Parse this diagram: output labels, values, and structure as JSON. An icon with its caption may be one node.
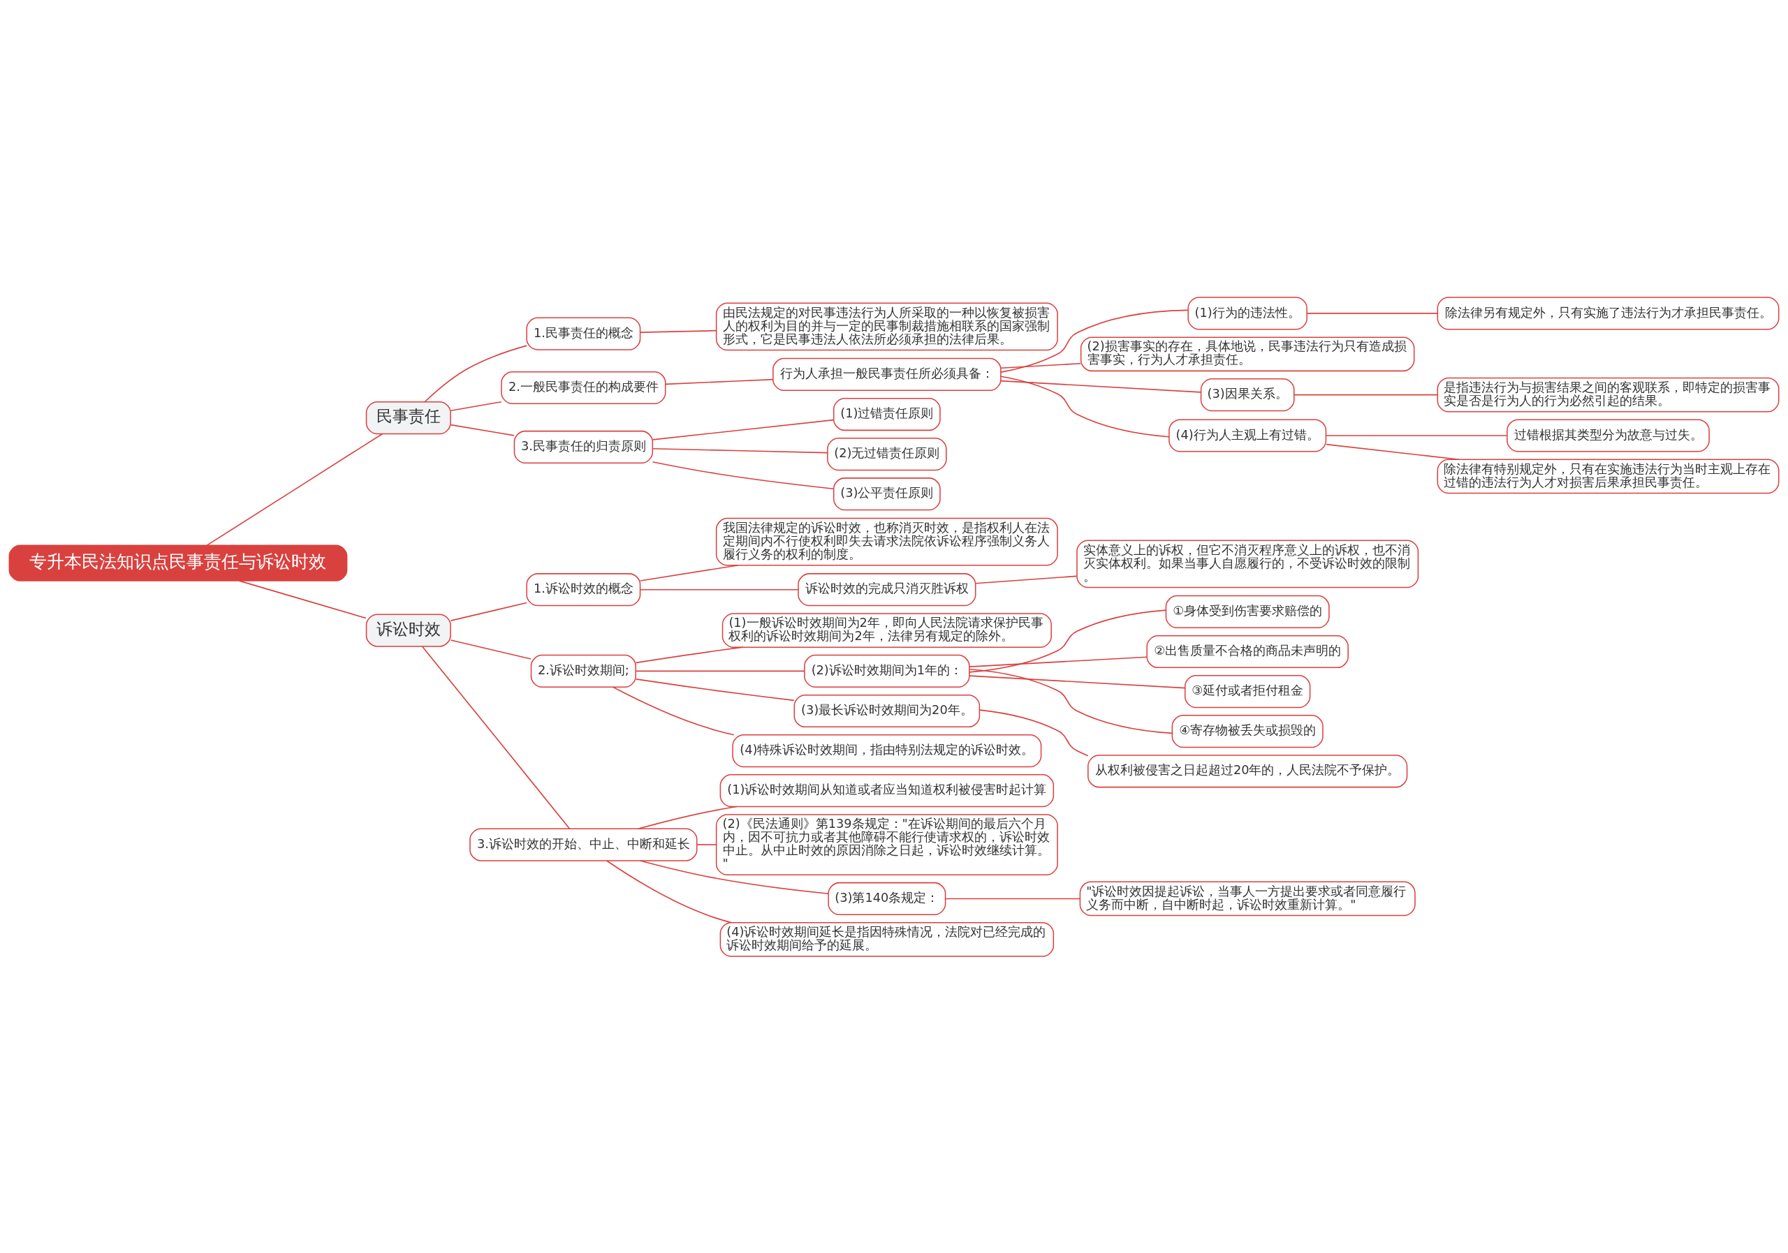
{
  "diagram": {
    "nodes": [
      {
        "text": [
          "专升本民法知识点民事责任与诉讼时效"
        ]
      },
      {
        "text": [
          "民事责任"
        ]
      },
      {
        "text": [
          "1.民事责任的概念"
        ]
      },
      {
        "text": [
          "由民法规定的对民事违法行为人所采取的一种以恢复被损害人的权利为目的并与一定的民事制裁措施相联系的国家强制形式，它是民事违法人依法所必须承担的法律后果。"
        ]
      },
      {
        "text": [
          "2.一般民事责任的构成要件"
        ]
      },
      {
        "text": [
          "行为人承担一般民事责任所必须具备："
        ]
      },
      {
        "text": [
          "(1)行为的违法性。"
        ]
      },
      {
        "text": [
          "除法律另有规定外，只有实施了违法行为才承担民事责任。"
        ]
      },
      {
        "text": [
          "(2)损害事实的存在，具体地说，民事违法行为只有造成损害事实，行为人才承担责任。"
        ]
      },
      {
        "text": [
          "(3)因果关系。"
        ]
      },
      {
        "text": [
          "是指违法行为与损害结果之间的客观联系，即特定的损害事实是否是行为人的行为必然引起的结果。"
        ]
      },
      {
        "text": [
          "(4)行为人主观上有过错。"
        ]
      },
      {
        "text": [
          "过错根据其类型分为故意与过失。"
        ]
      },
      {
        "text": [
          "除法律有特别规定外，只有在实施违法行为当时主观上存在过错的违法行为人才对损害后果承担民事责任。"
        ]
      },
      {
        "text": [
          "3.民事责任的归责原则"
        ]
      },
      {
        "text": [
          "(1)过错责任原则"
        ]
      },
      {
        "text": [
          "(2)无过错责任原则"
        ]
      },
      {
        "text": [
          "(3)公平责任原则"
        ]
      },
      {
        "text": [
          "诉讼时效"
        ]
      },
      {
        "text": [
          "1.诉讼时效的概念"
        ]
      },
      {
        "text": [
          "我国法律规定的诉讼时效，也称消灭时效，是指权利人在法定期间内不行使权利即失去请求法院依诉讼程序强制义务人履行义务的权利的制度。"
        ]
      },
      {
        "text": [
          "诉讼时效的完成只消灭胜诉权"
        ]
      },
      {
        "text": [
          "实体意义上的诉权，但它不消灭程序意义上的诉权，也不消灭实体权利。如果当事人自愿履行的，不受诉讼时效的限制。"
        ]
      },
      {
        "text": [
          "2.诉讼时效期间;"
        ]
      },
      {
        "text": [
          "(1)一般诉讼时效期间为2年，即向人民法院请求保护民事权利的诉讼时效期间为2年，法律另有规定的除外。"
        ]
      },
      {
        "text": [
          "(2)诉讼时效期间为1年的："
        ]
      },
      {
        "text": [
          "①身体受到伤害要求赔偿的"
        ]
      },
      {
        "text": [
          "②出售质量不合格的商品未声明的"
        ]
      },
      {
        "text": [
          "③延付或者拒付租金"
        ]
      },
      {
        "text": [
          "④寄存物被丢失或损毁的"
        ]
      },
      {
        "text": [
          "(3)最长诉讼时效期间为20年。"
        ]
      },
      {
        "text": [
          "从权利被侵害之日起超过20年的，人民法院不予保护。"
        ]
      },
      {
        "text": [
          "(4)特殊诉讼时效期间，指由特别法规定的诉讼时效。"
        ]
      },
      {
        "text": [
          "3.诉讼时效的开始、中止、中断和延长"
        ]
      },
      {
        "text": [
          "(1)诉讼时效期间从知道或者应当知道权利被侵害时起计算"
        ]
      },
      {
        "text": [
          "(2)《民法通则》第139条规定：\"在诉讼期间的最后六个月内，因不可抗力或者其他障碍不能行使请求权的，诉讼时效中止。从中止时效的原因消除之日起，诉讼时效继续计算。\""
        ]
      },
      {
        "text": [
          "(3)第140条规定："
        ]
      },
      {
        "text": [
          "\"诉讼时效因提起诉讼，当事人一方提出要求或者同意履行义务而中断，自中断时起，诉讼时效重新计算。\""
        ]
      },
      {
        "text": [
          "(4)诉讼时效期间延长是指因特殊情况，法院对已经完成的诉讼时效期间给予的延展。"
        ]
      }
    ],
    "edges": [
      {
        "from": 0,
        "to": 1,
        "arrow": "none"
      },
      {
        "from": 1,
        "to": 2,
        "arrow": "none"
      },
      {
        "from": 2,
        "to": 3,
        "arrow": "none"
      },
      {
        "from": 1,
        "to": 4,
        "arrow": "none"
      },
      {
        "from": 4,
        "to": 5,
        "arrow": "none"
      },
      {
        "from": 5,
        "to": 6,
        "arrow": "none"
      },
      {
        "from": 6,
        "to": 7,
        "arrow": "none"
      },
      {
        "from": 5,
        "to": 8,
        "arrow": "none"
      },
      {
        "from": 5,
        "to": 9,
        "arrow": "none"
      },
      {
        "from": 9,
        "to": 10,
        "arrow": "none"
      },
      {
        "from": 5,
        "to": 11,
        "arrow": "none"
      },
      {
        "from": 11,
        "to": 12,
        "arrow": "none"
      },
      {
        "from": 11,
        "to": 13,
        "arrow": "none"
      },
      {
        "from": 1,
        "to": 14,
        "arrow": "none"
      },
      {
        "from": 14,
        "to": 15,
        "arrow": "none"
      },
      {
        "from": 14,
        "to": 16,
        "arrow": "none"
      },
      {
        "from": 14,
        "to": 17,
        "arrow": "none"
      },
      {
        "from": 0,
        "to": 18,
        "arrow": "none"
      },
      {
        "from": 18,
        "to": 19,
        "arrow": "none"
      },
      {
        "from": 19,
        "to": 20,
        "arrow": "none"
      },
      {
        "from": 19,
        "to": 21,
        "arrow": "none"
      },
      {
        "from": 21,
        "to": 22,
        "arrow": "none"
      },
      {
        "from": 18,
        "to": 23,
        "arrow": "none"
      },
      {
        "from": 23,
        "to": 24,
        "arrow": "none"
      },
      {
        "from": 23,
        "to": 25,
        "arrow": "none"
      },
      {
        "from": 25,
        "to": 26,
        "arrow": "none"
      },
      {
        "from": 25,
        "to": 27,
        "arrow": "none"
      },
      {
        "from": 25,
        "to": 28,
        "arrow": "none"
      },
      {
        "from": 25,
        "to": 29,
        "arrow": "none"
      },
      {
        "from": 23,
        "to": 30,
        "arrow": "none"
      },
      {
        "from": 30,
        "to": 31,
        "arrow": "none"
      },
      {
        "from": 23,
        "to": 32,
        "arrow": "none"
      },
      {
        "from": 18,
        "to": 33,
        "arrow": "none"
      },
      {
        "from": 33,
        "to": 34,
        "arrow": "none"
      },
      {
        "from": 33,
        "to": 35,
        "arrow": "none"
      },
      {
        "from": 33,
        "to": 36,
        "arrow": "none"
      },
      {
        "from": 36,
        "to": 37,
        "arrow": "none"
      },
      {
        "from": 33,
        "to": 38,
        "arrow": "none"
      }
    ]
  }
}
